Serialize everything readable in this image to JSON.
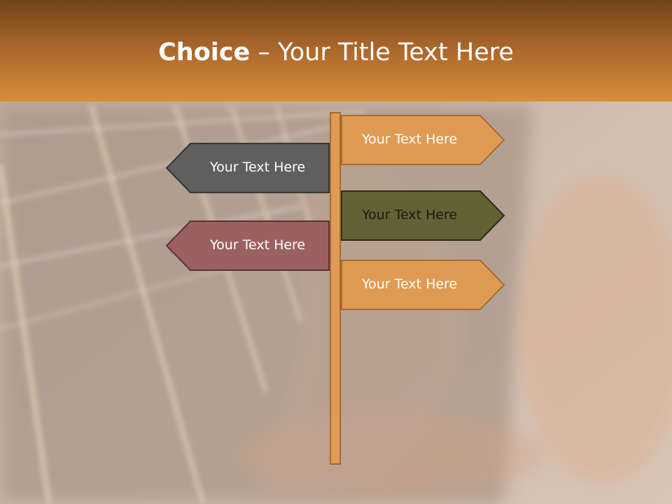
{
  "title": {
    "bold": "Choice",
    "rest": " – Your Title Text Here"
  },
  "signs": {
    "right_1": {
      "label": "Your Text Here",
      "fill": "#df9b54",
      "stroke": "#a86a2e",
      "text_color": "#ffffff"
    },
    "left_1": {
      "label": "Your Text Here",
      "fill": "#5f5f5f",
      "stroke": "#363636",
      "text_color": "#ffffff"
    },
    "right_2": {
      "label": "Your Text Here",
      "fill": "#636236",
      "stroke": "#2c2c16",
      "text_color": "#1b1b0d"
    },
    "left_2": {
      "label": "Your Text Here",
      "fill": "#9b6161",
      "stroke": "#5a3232",
      "text_color": "#ffffff"
    },
    "right_3": {
      "label": "Your Text Here",
      "fill": "#df9b54",
      "stroke": "#a86a2e",
      "text_color": "#ffffff"
    }
  },
  "colors": {
    "header_top": "#6f4318",
    "header_bottom": "#d98d3c",
    "post": "#df9b54"
  },
  "background": {
    "image": "guitar-fretboard-photo"
  }
}
